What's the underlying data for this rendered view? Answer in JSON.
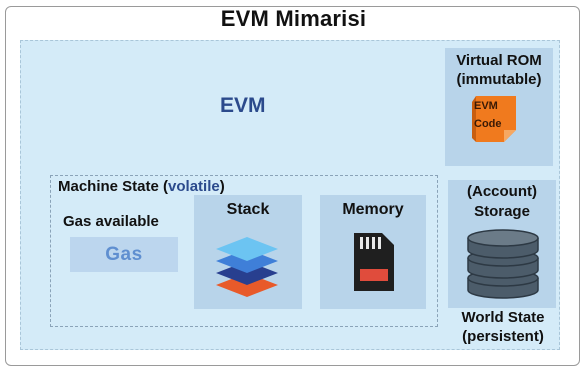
{
  "title": "EVM Mimarisi",
  "evm_label": "EVM",
  "machine_state": {
    "title_prefix": "Machine State (",
    "title_volatile": "volatile",
    "title_suffix": ")",
    "gas_label": "Gas available",
    "gas_box_text": "Gas",
    "stack_label": "Stack",
    "memory_label": "Memory"
  },
  "virtual_rom": {
    "line1": "Virtual ROM",
    "line2": "(immutable)",
    "code_line1": "EVM",
    "code_line2": "Code"
  },
  "storage": {
    "line1": "(Account)",
    "line2": "Storage"
  },
  "world_state": {
    "line1": "World State",
    "line2": "(persistent)"
  },
  "colors": {
    "evm_background": "#d4ebf8",
    "panel": "#b8d4ea",
    "accent_text": "#2b4a8c",
    "code_orange": "#f07a1e"
  }
}
